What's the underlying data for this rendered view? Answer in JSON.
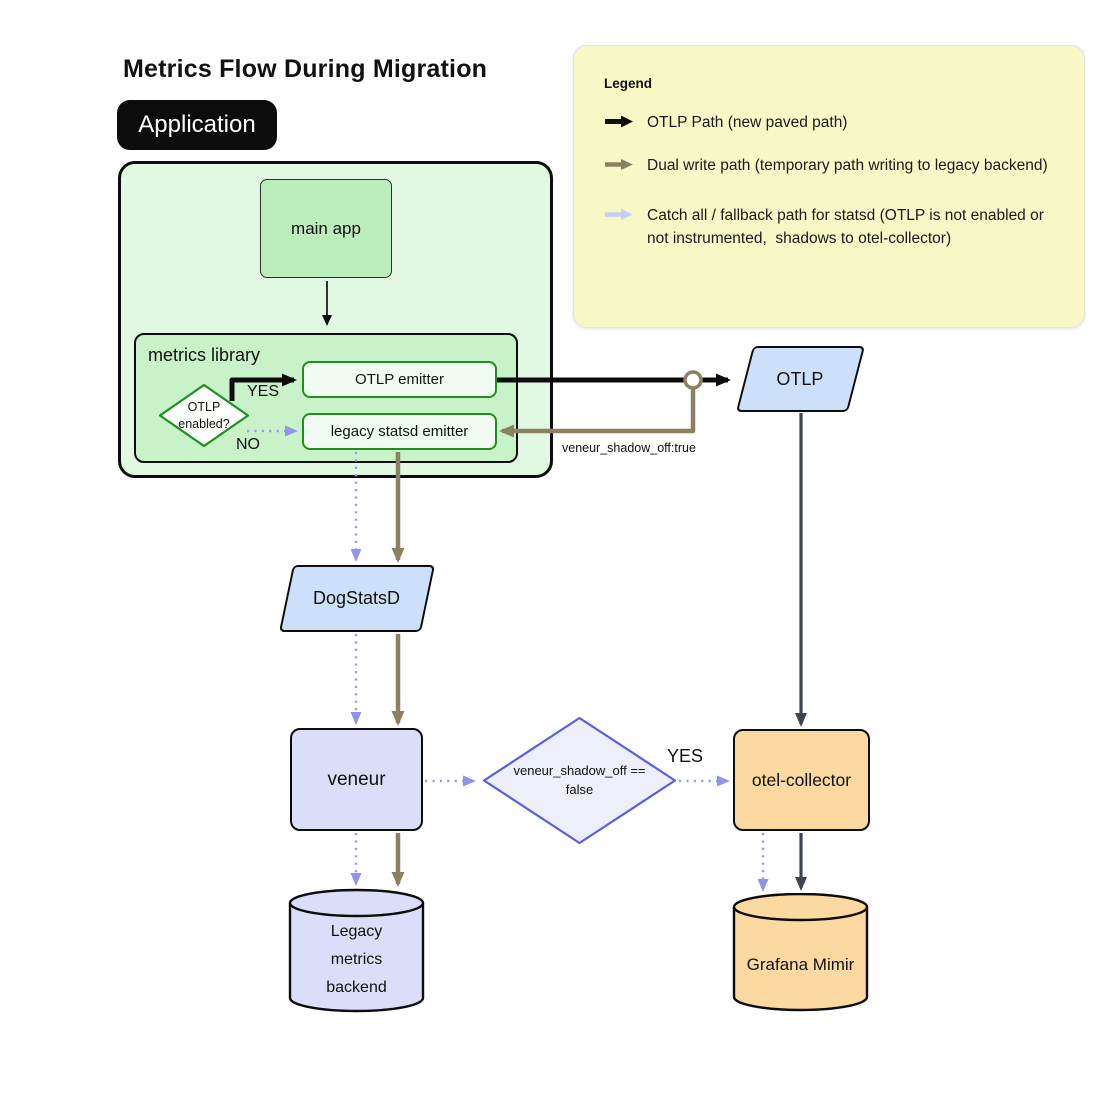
{
  "title": "Metrics Flow During Migration",
  "application": {
    "badge": "Application"
  },
  "legend": {
    "title": "Legend",
    "items": [
      {
        "icon": "otlp-path-arrow",
        "color": "#0d0d0d",
        "label": "OTLP Path (new paved path)"
      },
      {
        "icon": "dual-write-arrow",
        "color": "#8b8162",
        "label": "Dual write path (temporary path writing to legacy backend)"
      },
      {
        "icon": "catch-all-arrow",
        "color": "#c5cef8",
        "label": "Catch all / fallback path for statsd (OTLP is not enabled or not instrumented,  shadows to otel-collector)"
      }
    ]
  },
  "nodes": {
    "main_app": {
      "label": "main app"
    },
    "metrics_library": {
      "label": "metrics library"
    },
    "otlp_enabled_decision": {
      "label": "OTLP enabled?"
    },
    "otlp_emitter": {
      "label": "OTLP emitter"
    },
    "legacy_statsd_emitter": {
      "label": "legacy statsd emitter"
    },
    "otlp": {
      "label": "OTLP"
    },
    "dogstatsd": {
      "label": "DogStatsD"
    },
    "veneur": {
      "label": "veneur"
    },
    "veneur_shadow_decision": {
      "label": "veneur_shadow_off == false"
    },
    "otel_collector": {
      "label": "otel-collector"
    },
    "legacy_metrics_backend": {
      "label": "Legacy metrics backend"
    },
    "grafana_mimir": {
      "label": "Grafana Mimir"
    }
  },
  "edge_labels": {
    "otlp_enabled_yes": "YES",
    "otlp_enabled_no": "NO",
    "veneur_shadow_off_true": "veneur_shadow_off:true",
    "shadow_decision_yes": "YES"
  },
  "colors": {
    "otlp_path": "#0d0d0d",
    "dual_write_path": "#8b8162",
    "catch_all_path": "#979af0",
    "otlp_to_collector_line": "#3e4450",
    "app_container_fill": "#e2f8e2",
    "metrics_library_fill": "#c9f2c9",
    "main_app_fill": "#bcedbc",
    "emitter_fill": "#f1fbf1",
    "emitter_border": "#1e8e1e",
    "blue_fill": "#cce1f9",
    "lavender_fill": "#dcddf8",
    "decision_fill": "#eeeffc",
    "decision_border": "#5a5ce8",
    "orange_fill": "#fbd9a0",
    "legend_fill": "#f7f8c5",
    "application_badge_bg": "#0c0c0c"
  }
}
